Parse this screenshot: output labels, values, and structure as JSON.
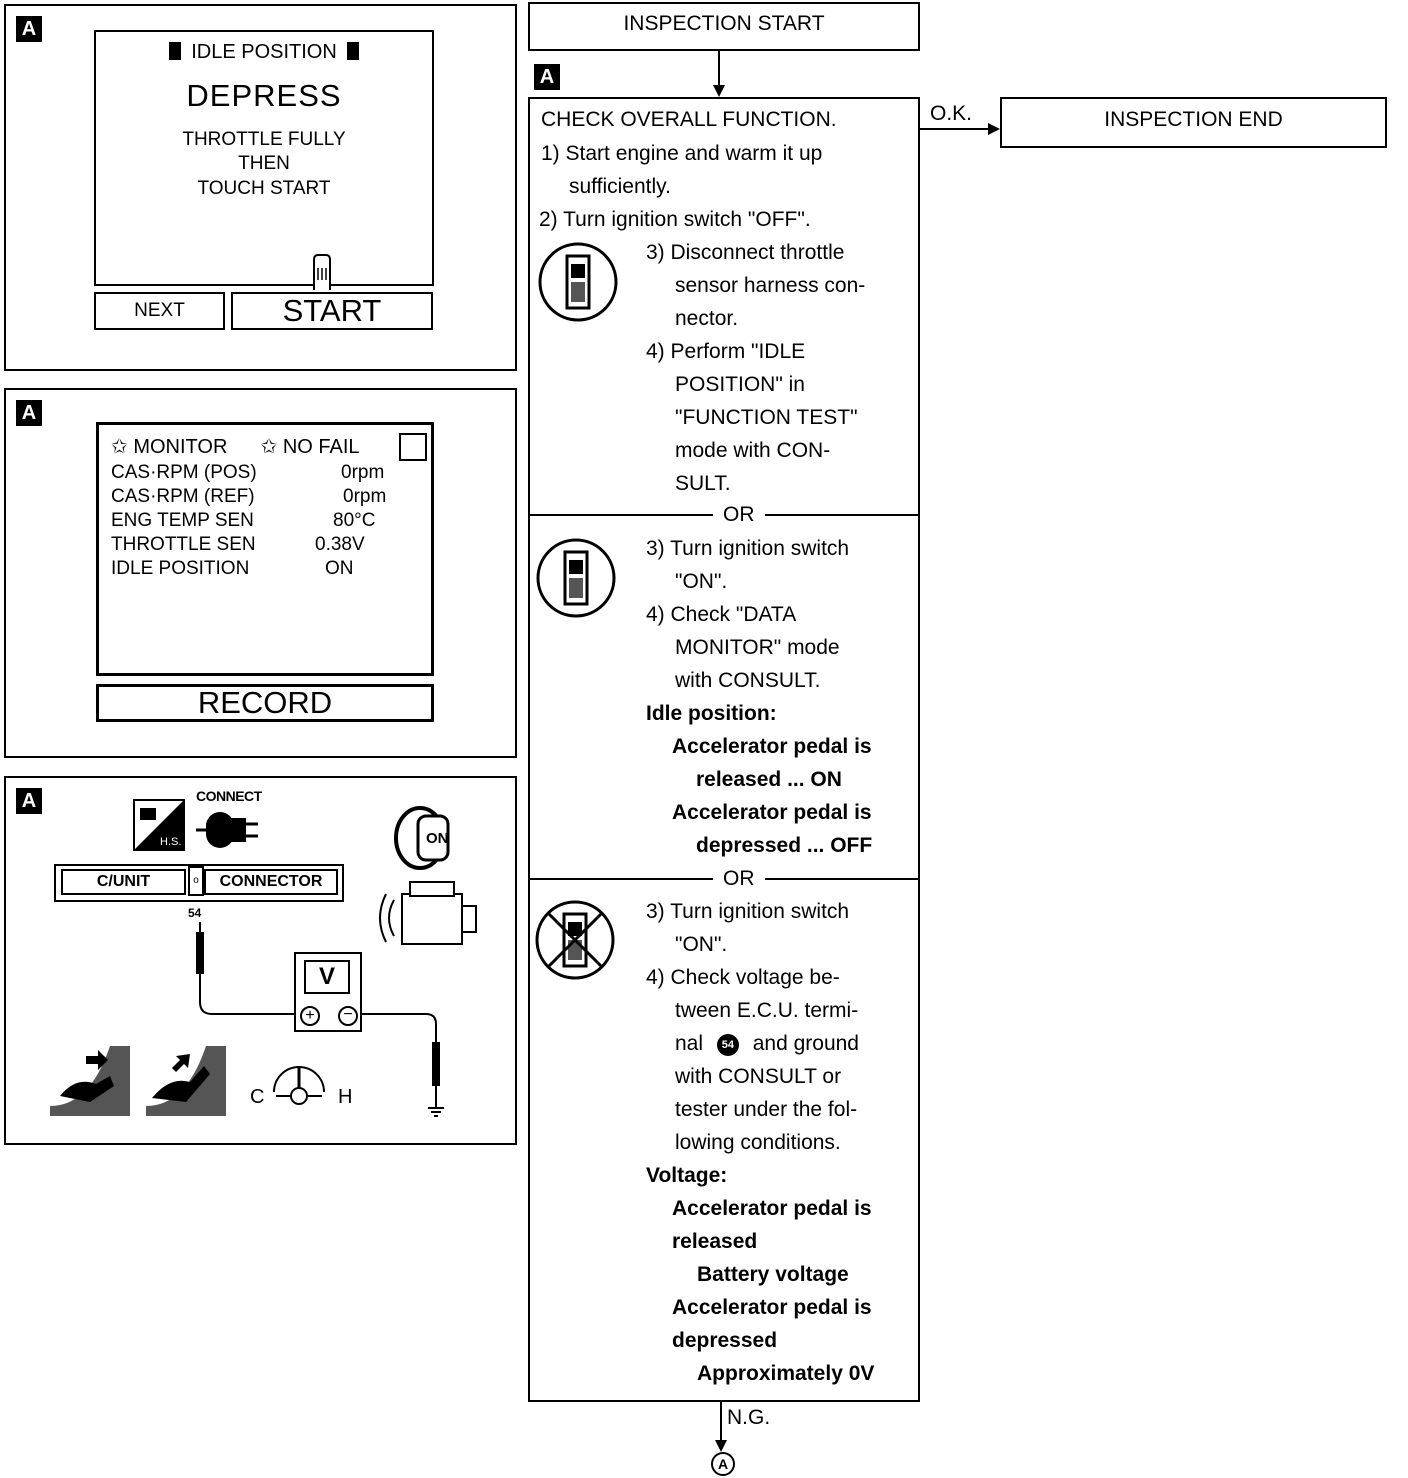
{
  "panels": {
    "tag": "A",
    "p1": {
      "title": "IDLE POSITION",
      "headline": "DEPRESS",
      "line1": "THROTTLE FULLY",
      "line2": "THEN",
      "line3": "TOUCH START",
      "next_label": "NEXT",
      "start_label": "START"
    },
    "p2": {
      "monitor_label": "MONITOR",
      "nofail_label": "NO FAIL",
      "rows": [
        {
          "name": "CAS·RPM (POS)",
          "value": "0rpm"
        },
        {
          "name": "CAS·RPM (REF)",
          "value": "0rpm"
        },
        {
          "name": "ENG TEMP SEN",
          "value": "80°C"
        },
        {
          "name": "THROTTLE SEN",
          "value": "0.38V"
        },
        {
          "name": "IDLE POSITION",
          "value": "ON"
        }
      ],
      "record_label": "RECORD"
    },
    "p3": {
      "connect_label": "CONNECT",
      "hs_label": "H.S.",
      "cunit_label": "C/UNIT",
      "connector_label": "CONNECTOR",
      "terminal": "54",
      "meter_label": "V",
      "on_label": "ON",
      "c_label": "C",
      "h_label": "H"
    }
  },
  "flow": {
    "start": "INSPECTION START",
    "end": "INSPECTION END",
    "ok": "O.K.",
    "ng": "N.G.",
    "tag": "A",
    "connector": "A",
    "or1": "OR",
    "or2": "OR",
    "check_title": "CHECK OVERALL FUNCTION.",
    "step1a": "1) Start engine and warm it up",
    "step1b": "sufficiently.",
    "step2": "2) Turn ignition switch \"OFF\".",
    "sec1": [
      "3) Disconnect throttle",
      "sensor harness con-",
      "nector.",
      "4) Perform \"IDLE",
      "POSITION\" in",
      "\"FUNCTION TEST\"",
      "mode with CON-",
      "SULT."
    ],
    "sec2": [
      "3) Turn ignition switch",
      "\"ON\".",
      "4) Check \"DATA",
      "MONITOR\" mode",
      "with CONSULT.",
      "Idle position:",
      "Accelerator pedal is",
      "released ... ON",
      "Accelerator pedal is",
      "depressed ... OFF"
    ],
    "sec3": [
      "3) Turn ignition switch",
      "\"ON\".",
      "4) Check voltage be-",
      "tween E.C.U. termi-",
      "nal",
      "and ground",
      "with CONSULT or",
      "tester under the fol-",
      "lowing conditions.",
      "Voltage:",
      "Accelerator pedal is",
      "released",
      "Battery voltage",
      "Accelerator pedal is",
      "depressed",
      "Approximately 0V"
    ],
    "terminal_ref": "54"
  }
}
